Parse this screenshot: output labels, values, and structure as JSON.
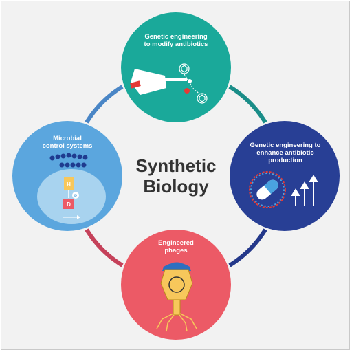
{
  "center": {
    "line1": "Synthetic",
    "line2": "Biology"
  },
  "nodes": {
    "top": {
      "line1": "Genetic engineering",
      "line2": "to modify antibiotics",
      "color": "#1aa99a"
    },
    "right": {
      "line1": "Genetic engineering to",
      "line2": "enhance antibiotic",
      "line3": "production",
      "color": "#283f95"
    },
    "bottom": {
      "line1": "Engineered",
      "line2": "phages",
      "color": "#ec5a66"
    },
    "left": {
      "line1": "Microbial",
      "line2": "control systems",
      "color": "#5ba6de",
      "gene_h": "H",
      "gene_d": "D",
      "gene_p": "P"
    }
  },
  "ring_colors": {
    "top_left": "#4a86c6",
    "top_right": "#1a8d88",
    "bottom_right": "#24388a",
    "bottom_left": "#c5415a"
  }
}
